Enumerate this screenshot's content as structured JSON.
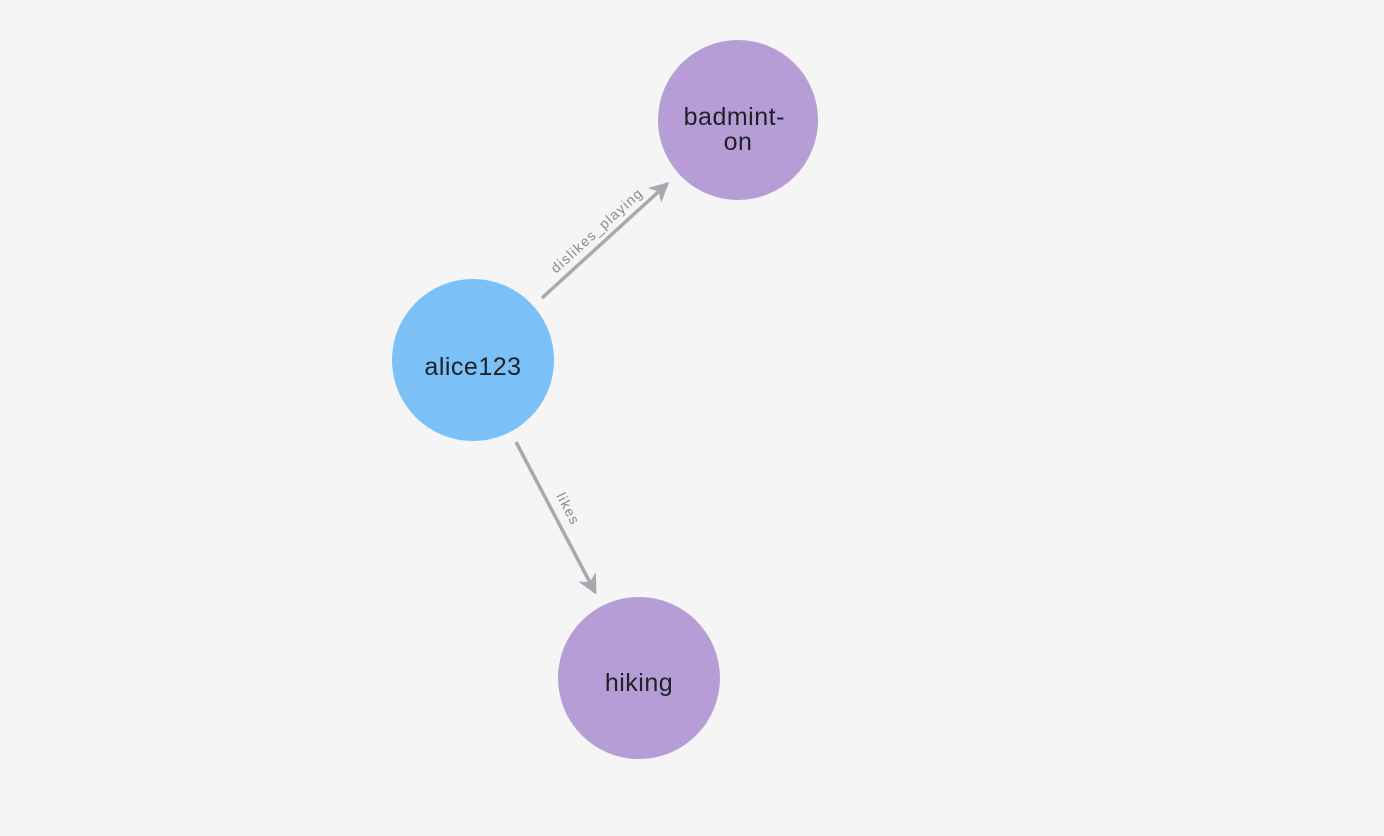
{
  "colors": {
    "background": "#f4f5f4",
    "person_node": "#7cc0f8",
    "topic_node": "#b79dd6",
    "edge": "#a6a9af",
    "edge_label": "#868a90",
    "node_label": "#1e2125"
  },
  "graph": {
    "nodes": [
      {
        "id": "alice123",
        "label": "alice123",
        "kind": "person"
      },
      {
        "id": "badminton",
        "label": "badminton",
        "display_lines": [
          "badmint-",
          "on"
        ],
        "kind": "topic"
      },
      {
        "id": "hiking",
        "label": "hiking",
        "kind": "topic"
      }
    ],
    "edges": [
      {
        "from": "alice123",
        "to": "badminton",
        "label": "dislikes_playing"
      },
      {
        "from": "alice123",
        "to": "hiking",
        "label": "likes"
      }
    ]
  }
}
